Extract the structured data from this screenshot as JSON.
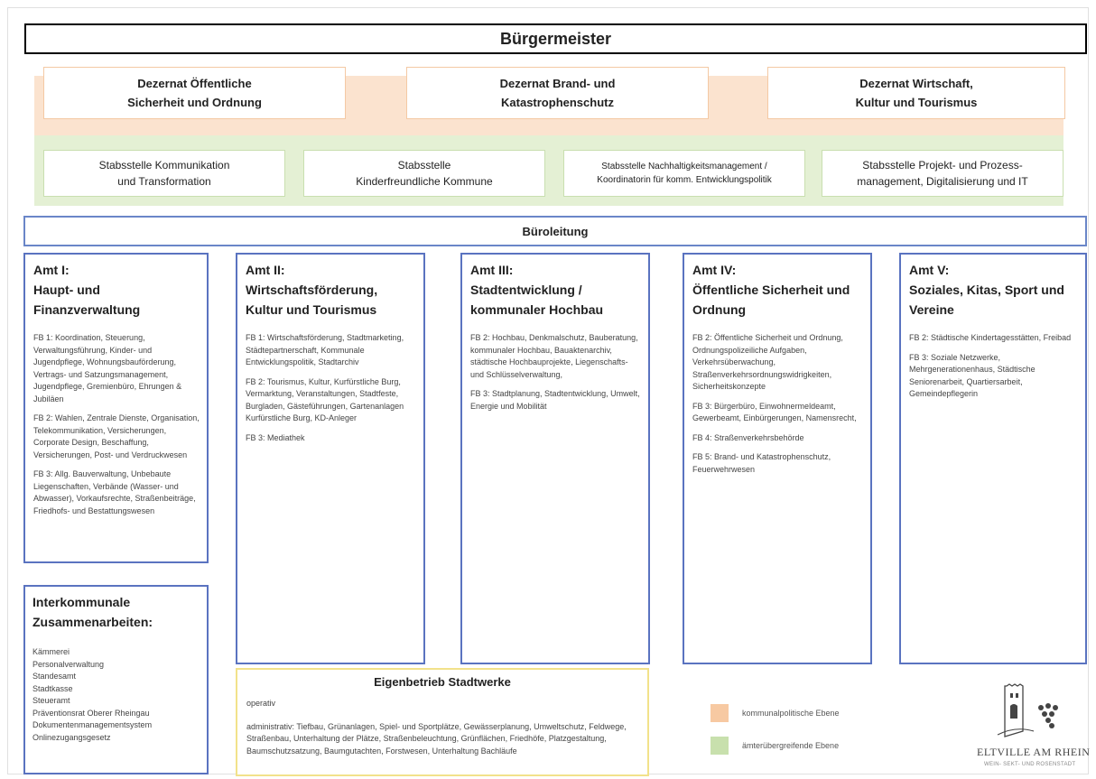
{
  "buergermeister": "Bürgermeister",
  "dezernate": [
    "Dezernat Öffentliche\nSicherheit und Ordnung",
    "Dezernat Brand- und\nKatastrophenschutz",
    "Dezernat Wirtschaft,\nKultur und Tourismus"
  ],
  "stabsstellen": [
    "Stabsstelle Kommunikation\nund Transformation",
    "Stabsstelle\nKinderfreundliche Kommune",
    "Stabsstelle Nachhaltigkeitsmanagement /\nKoordinatorin für komm. Entwicklungspolitik",
    "Stabsstelle Projekt- und Prozess-\nmanagement, Digitalisierung und IT"
  ],
  "bueroleitung": "Büroleitung",
  "aemter": [
    {
      "title": "Amt I:\nHaupt- und\nFinanzverwaltung",
      "fbs": [
        "FB 1: Koordination, Steuerung, Verwaltungsführung, Kinder- und Jugendpflege, Wohnungsbauförderung, Vertrags- und Satzungsmanagement, Jugendpflege, Gremienbüro, Ehrungen & Jubiläen",
        "FB 2: Wahlen, Zentrale Dienste, Organisation, Telekommunikation, Versicherungen, Corporate Design, Beschaffung, Versicherungen, Post- und Verdruckwesen",
        "FB 3: Allg. Bauverwaltung, Unbebaute Liegenschaften, Verbände (Wasser- und Abwasser), Vorkaufsrechte, Straßenbeiträge, Friedhofs- und Bestattungswesen"
      ]
    },
    {
      "title": "Amt II:\nWirtschaftsförderung,\nKultur und Tourismus",
      "fbs": [
        "FB 1: Wirtschaftsförderung, Stadtmarketing, Städtepartnerschaft, Kommunale Entwicklungspolitik, Stadtarchiv",
        "FB 2: Tourismus, Kultur, Kurfürstliche Burg, Vermarktung, Veranstaltungen, Stadtfeste, Burgladen, Gästeführungen, Gartenanlagen Kurfürstliche Burg, KD-Anleger",
        "FB 3: Mediathek"
      ]
    },
    {
      "title": "Amt III:\nStadtentwicklung /\nkommunaler Hochbau",
      "fbs": [
        "FB 2: Hochbau, Denkmalschutz, Bauberatung, kommunaler Hochbau, Bauaktenarchiv, städtische Hochbauprojekte, Liegenschafts- und Schlüsselverwaltung,",
        "FB 3: Stadtplanung, Stadtentwicklung, Umwelt, Energie und Mobilität"
      ]
    },
    {
      "title": "Amt IV:\nÖffentliche Sicherheit und\nOrdnung",
      "fbs": [
        "FB 2: Öffentliche Sicherheit und Ordnung, Ordnungspolizeiliche Aufgaben, Verkehrsüberwachung, Straßenverkehrsordnungswidrigkeiten, Sicherheitskonzepte",
        "FB 3: Bürgerbüro, Einwohnermeldeamt, Gewerbeamt, Einbürgerungen, Namensrecht,",
        "FB 4: Straßenverkehrsbehörde",
        "FB 5: Brand- und Katastrophenschutz, Feuerwehrwesen"
      ]
    },
    {
      "title": "Amt V:\nSoziales, Kitas, Sport und\nVereine",
      "fbs": [
        "FB 2: Städtische Kindertagesstätten, Freibad",
        "FB 3: Soziale Netzwerke, Mehrgenerationenhaus, Städtische Seniorenarbeit, Quartiersarbeit, Gemeindepflegerin"
      ]
    }
  ],
  "interkommunal": {
    "title": "Interkommunale\nZusammenarbeiten:",
    "items": [
      "Kämmerei",
      "Personalverwaltung",
      "Standesamt",
      "Stadtkasse",
      "Steueramt",
      "Präventionsrat Oberer Rheingau",
      "Dokumentenmanagementsystem",
      "Onlinezugangsgesetz"
    ]
  },
  "stadtwerke": {
    "title": "Eigenbetrieb Stadtwerke",
    "operativ": "operativ",
    "administrativ": "administrativ: Tiefbau, Grünanlagen, Spiel- und Sportplätze, Gewässerplanung, Umweltschutz, Feldwege, Straßenbau, Unterhaltung der Plätze, Straßenbeleuchtung, Grünflächen, Friedhöfe, Platzgestaltung, Baumschutzsatzung, Baumgutachten, Forstwesen, Unterhaltung Bachläufe"
  },
  "legend": {
    "orange_label": "kommunalpolitische Ebene",
    "green_label": "ämterübergreifende Ebene",
    "orange_color": "#f7c9a2",
    "green_color": "#c8e0ad"
  },
  "logo": {
    "name": "ELTVILLE AM RHEIN",
    "tagline": "WEIN- SEKT- UND ROSENSTADT"
  },
  "colors": {
    "amt_border": "#5a73c0",
    "stadtwerke_border": "#f2e28a"
  }
}
